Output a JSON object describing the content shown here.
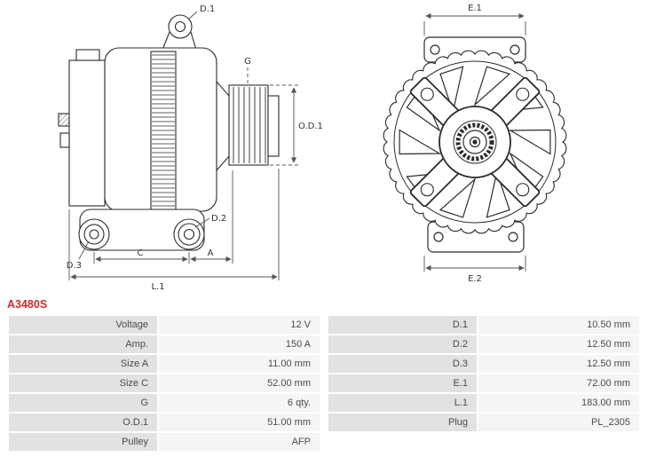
{
  "part_number": "A3480S",
  "accent_color": "#cc2a2a",
  "diagram": {
    "labels": {
      "d1": "D.1",
      "g": "G",
      "od1": "O.D.1",
      "d2": "D.2",
      "d3": "D.3",
      "c": "C",
      "a": "A",
      "l1": "L.1",
      "e1": "E.1",
      "e2": "E.2"
    }
  },
  "specs_left": [
    {
      "label": "Voltage",
      "value": "12 V"
    },
    {
      "label": "Amp.",
      "value": "150 A"
    },
    {
      "label": "Size A",
      "value": "11.00 mm"
    },
    {
      "label": "Size C",
      "value": "52.00 mm"
    },
    {
      "label": "G",
      "value": "6 qty."
    },
    {
      "label": "O.D.1",
      "value": "51.00 mm"
    },
    {
      "label": "Pulley",
      "value": "AFP"
    }
  ],
  "specs_right": [
    {
      "label": "D.1",
      "value": "10.50 mm"
    },
    {
      "label": "D.2",
      "value": "12.50 mm"
    },
    {
      "label": "D.3",
      "value": "12.50 mm"
    },
    {
      "label": "E.1",
      "value": "72.00 mm"
    },
    {
      "label": "L.1",
      "value": "183.00 mm"
    },
    {
      "label": "Plug",
      "value": "PL_2305"
    }
  ]
}
